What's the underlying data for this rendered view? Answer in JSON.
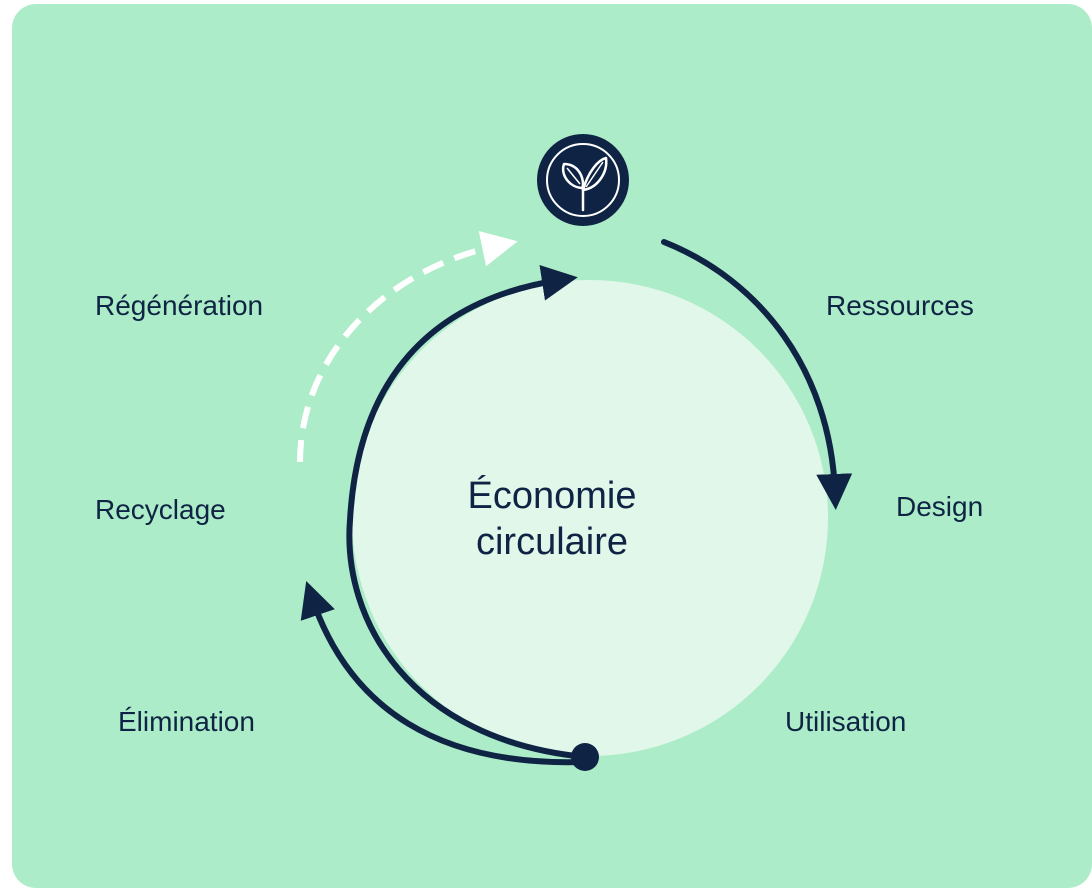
{
  "center": {
    "line1": "Économie",
    "line2": "circulaire"
  },
  "stages": {
    "regeneration": "Régénération",
    "ressources": "Ressources",
    "recyclage": "Recyclage",
    "design": "Design",
    "elimination": "Élimination",
    "utilisation": "Utilisation"
  },
  "icons": {
    "top": "leaf-sprout-icon"
  },
  "colors": {
    "background": "#adecc8",
    "inner_circle": "#e0f7ea",
    "navy": "#0f2444",
    "dashed": "#ffffff"
  }
}
